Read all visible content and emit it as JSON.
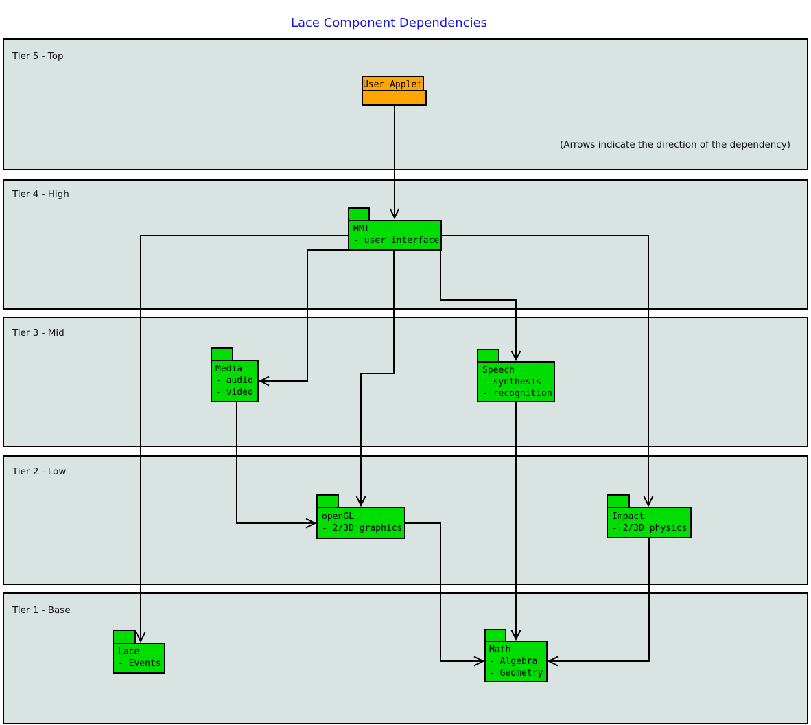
{
  "title": {
    "text": "Lace Component Dependencies",
    "color": "#1717d9"
  },
  "annotation": "(Arrows indicate the direction of the dependency)",
  "colors": {
    "tier_fill": "#d8e3e2",
    "component_green": "#00dd00",
    "component_orange": "#ffa500",
    "line": "#000000"
  },
  "tiers": [
    {
      "label": "Tier 5 - Top"
    },
    {
      "label": "Tier 4 - High"
    },
    {
      "label": "Tier 3 - Mid"
    },
    {
      "label": "Tier 2 - Low"
    },
    {
      "label": "Tier 1 - Base"
    }
  ],
  "components": {
    "user_applet": {
      "name": "User Applet",
      "lines": []
    },
    "mmi": {
      "name": "MMI",
      "lines": [
        "- user interface"
      ]
    },
    "media": {
      "name": "Media",
      "lines": [
        "- audio",
        "- video"
      ]
    },
    "speech": {
      "name": "Speech",
      "lines": [
        "- synthesis",
        "- recognition"
      ]
    },
    "opengl": {
      "name": "openGL",
      "lines": [
        "- 2/3D graphics"
      ]
    },
    "impact": {
      "name": "Impact",
      "lines": [
        "- 2/3D physics"
      ]
    },
    "lace": {
      "name": "Lace",
      "lines": [
        "- Events"
      ]
    },
    "math": {
      "name": "Math",
      "lines": [
        "- Algebra",
        "- Geometry"
      ]
    }
  },
  "edges": [
    {
      "from": "User Applet",
      "to": "MMI"
    },
    {
      "from": "MMI",
      "to": "Lace"
    },
    {
      "from": "MMI",
      "to": "Media"
    },
    {
      "from": "MMI",
      "to": "openGL"
    },
    {
      "from": "MMI",
      "to": "Speech"
    },
    {
      "from": "MMI",
      "to": "Impact"
    },
    {
      "from": "Media",
      "to": "openGL"
    },
    {
      "from": "openGL",
      "to": "Math"
    },
    {
      "from": "Speech",
      "to": "Math"
    },
    {
      "from": "Impact",
      "to": "Math"
    }
  ]
}
